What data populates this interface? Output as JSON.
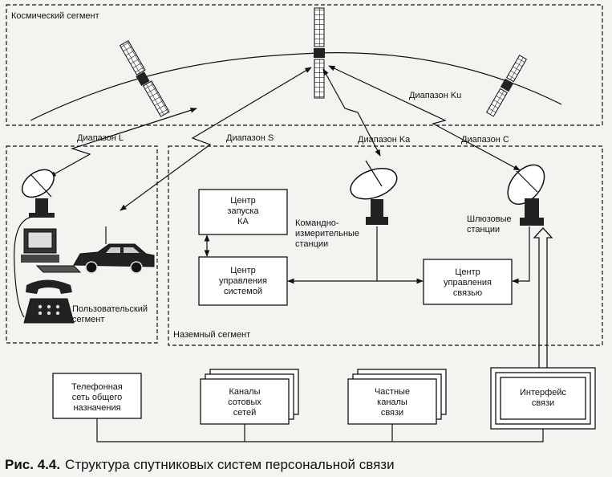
{
  "segments": {
    "space": "Космический сегмент",
    "user_line1": "Пользовательский",
    "user_line2": "сегмент",
    "ground": "Наземный сегмент"
  },
  "bands": {
    "l": "Диапазон L",
    "s": "Диапазон S",
    "ka": "Диапазон Ka",
    "c": "Диапазон C",
    "ku": "Диапазон Ku"
  },
  "boxes": {
    "launch_center": [
      "Центр",
      "запуска",
      "КА"
    ],
    "system_control": [
      "Центр",
      "управления",
      "системой"
    ],
    "comm_control": [
      "Центр",
      "управления",
      "связью"
    ],
    "pstn": [
      "Телефонная",
      "сеть общего",
      "назначения"
    ],
    "cellular": [
      "Каналы",
      "сотовых",
      "сетей"
    ],
    "private": [
      "Частные",
      "каналы",
      "связи"
    ],
    "interface": [
      "Интерфейс",
      "связи"
    ]
  },
  "stations": {
    "command": [
      "Командно-",
      "измерительные",
      "станции"
    ],
    "gateway": [
      "Шлюзовые",
      "станции"
    ]
  },
  "caption": {
    "prefix": "Рис. 4.4.",
    "text": "Структура спутниковых систем персональной связи"
  }
}
